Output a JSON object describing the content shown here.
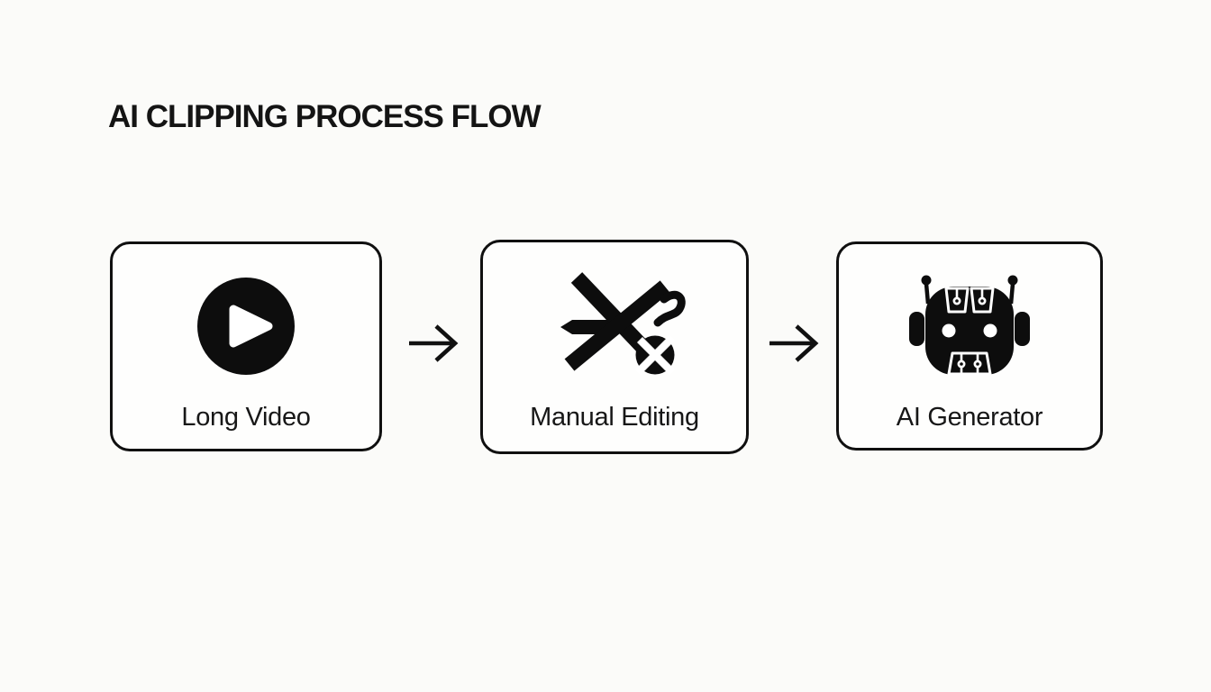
{
  "title": "AI CLIPPING PROCESS FLOW",
  "flow": {
    "steps": [
      {
        "label": "Long Video",
        "icon": "play-circle-icon"
      },
      {
        "label": "Manual Editing",
        "icon": "editing-tools-icon"
      },
      {
        "label": "AI Generator",
        "icon": "robot-head-icon"
      }
    ],
    "connector_glyph": "→"
  },
  "colors": {
    "background": "#fbfbf9",
    "ink": "#0d0d0d",
    "box_fill": "#fefefd",
    "box_border": "#101010"
  }
}
